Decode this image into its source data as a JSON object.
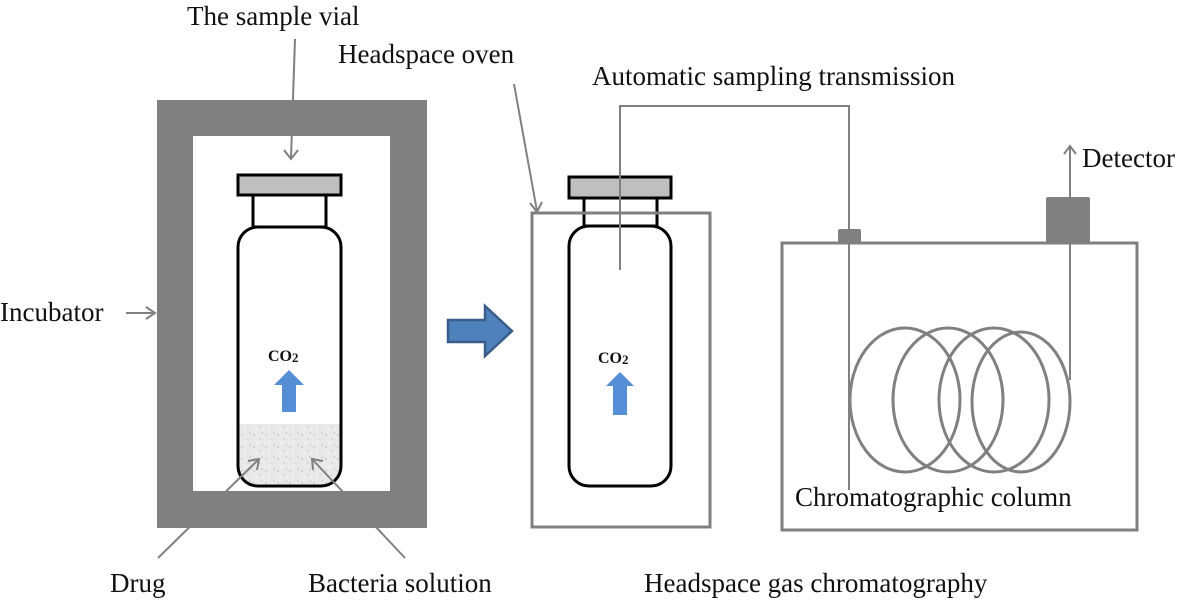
{
  "title": "Headspace gas chromatography CO2 detection setup",
  "colors": {
    "incubator": "#808080",
    "line": "#808080",
    "cap": "#bfbfbf",
    "outline": "#000000",
    "co2_arrow": "#558ed5",
    "process_arrow": "#4f81bd",
    "process_arrow_border": "#385d8a",
    "solution": "#e8e8e8"
  },
  "labels": {
    "sample_vial": "The sample vial",
    "headspace_oven": "Headspace oven",
    "automatic_sampling": "Automatic sampling transmission",
    "detector": "Detector",
    "incubator": "Incubator",
    "chromatographic_column": "Chromatographic column",
    "drug": "Drug",
    "bacteria_solution": "Bacteria solution",
    "headspace_gc": "Headspace gas chromatography"
  },
  "vials": [
    {
      "id": "incubator-vial",
      "gas_label": "CO",
      "gas_subscript": "2",
      "has_solution": true
    },
    {
      "id": "oven-vial",
      "gas_label": "CO",
      "gas_subscript": "2",
      "has_solution": false
    }
  ],
  "column_coils": 4
}
